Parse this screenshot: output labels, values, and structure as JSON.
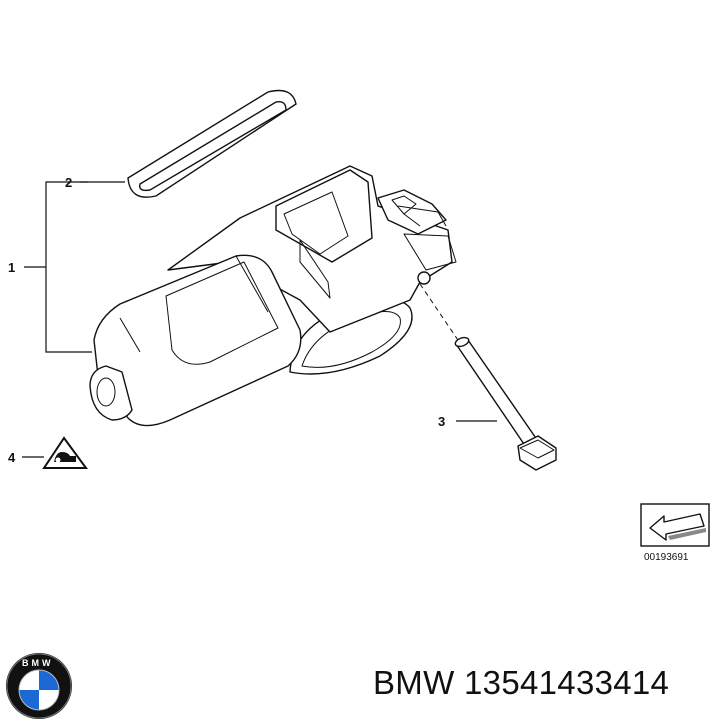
{
  "callouts": {
    "c1": "1",
    "c2": "2",
    "c3": "3",
    "c4": "4"
  },
  "diagram_ref": "00193691",
  "brand": "BMW",
  "part_number": "13541433414",
  "logo": {
    "text": "BMW",
    "colors": {
      "ring": "#111111",
      "blue": "#1c69d4",
      "white": "#ffffff"
    }
  },
  "icons": {
    "view_direction": "arrow-view-icon",
    "sealant_warning": "triangle-warning-icon"
  }
}
